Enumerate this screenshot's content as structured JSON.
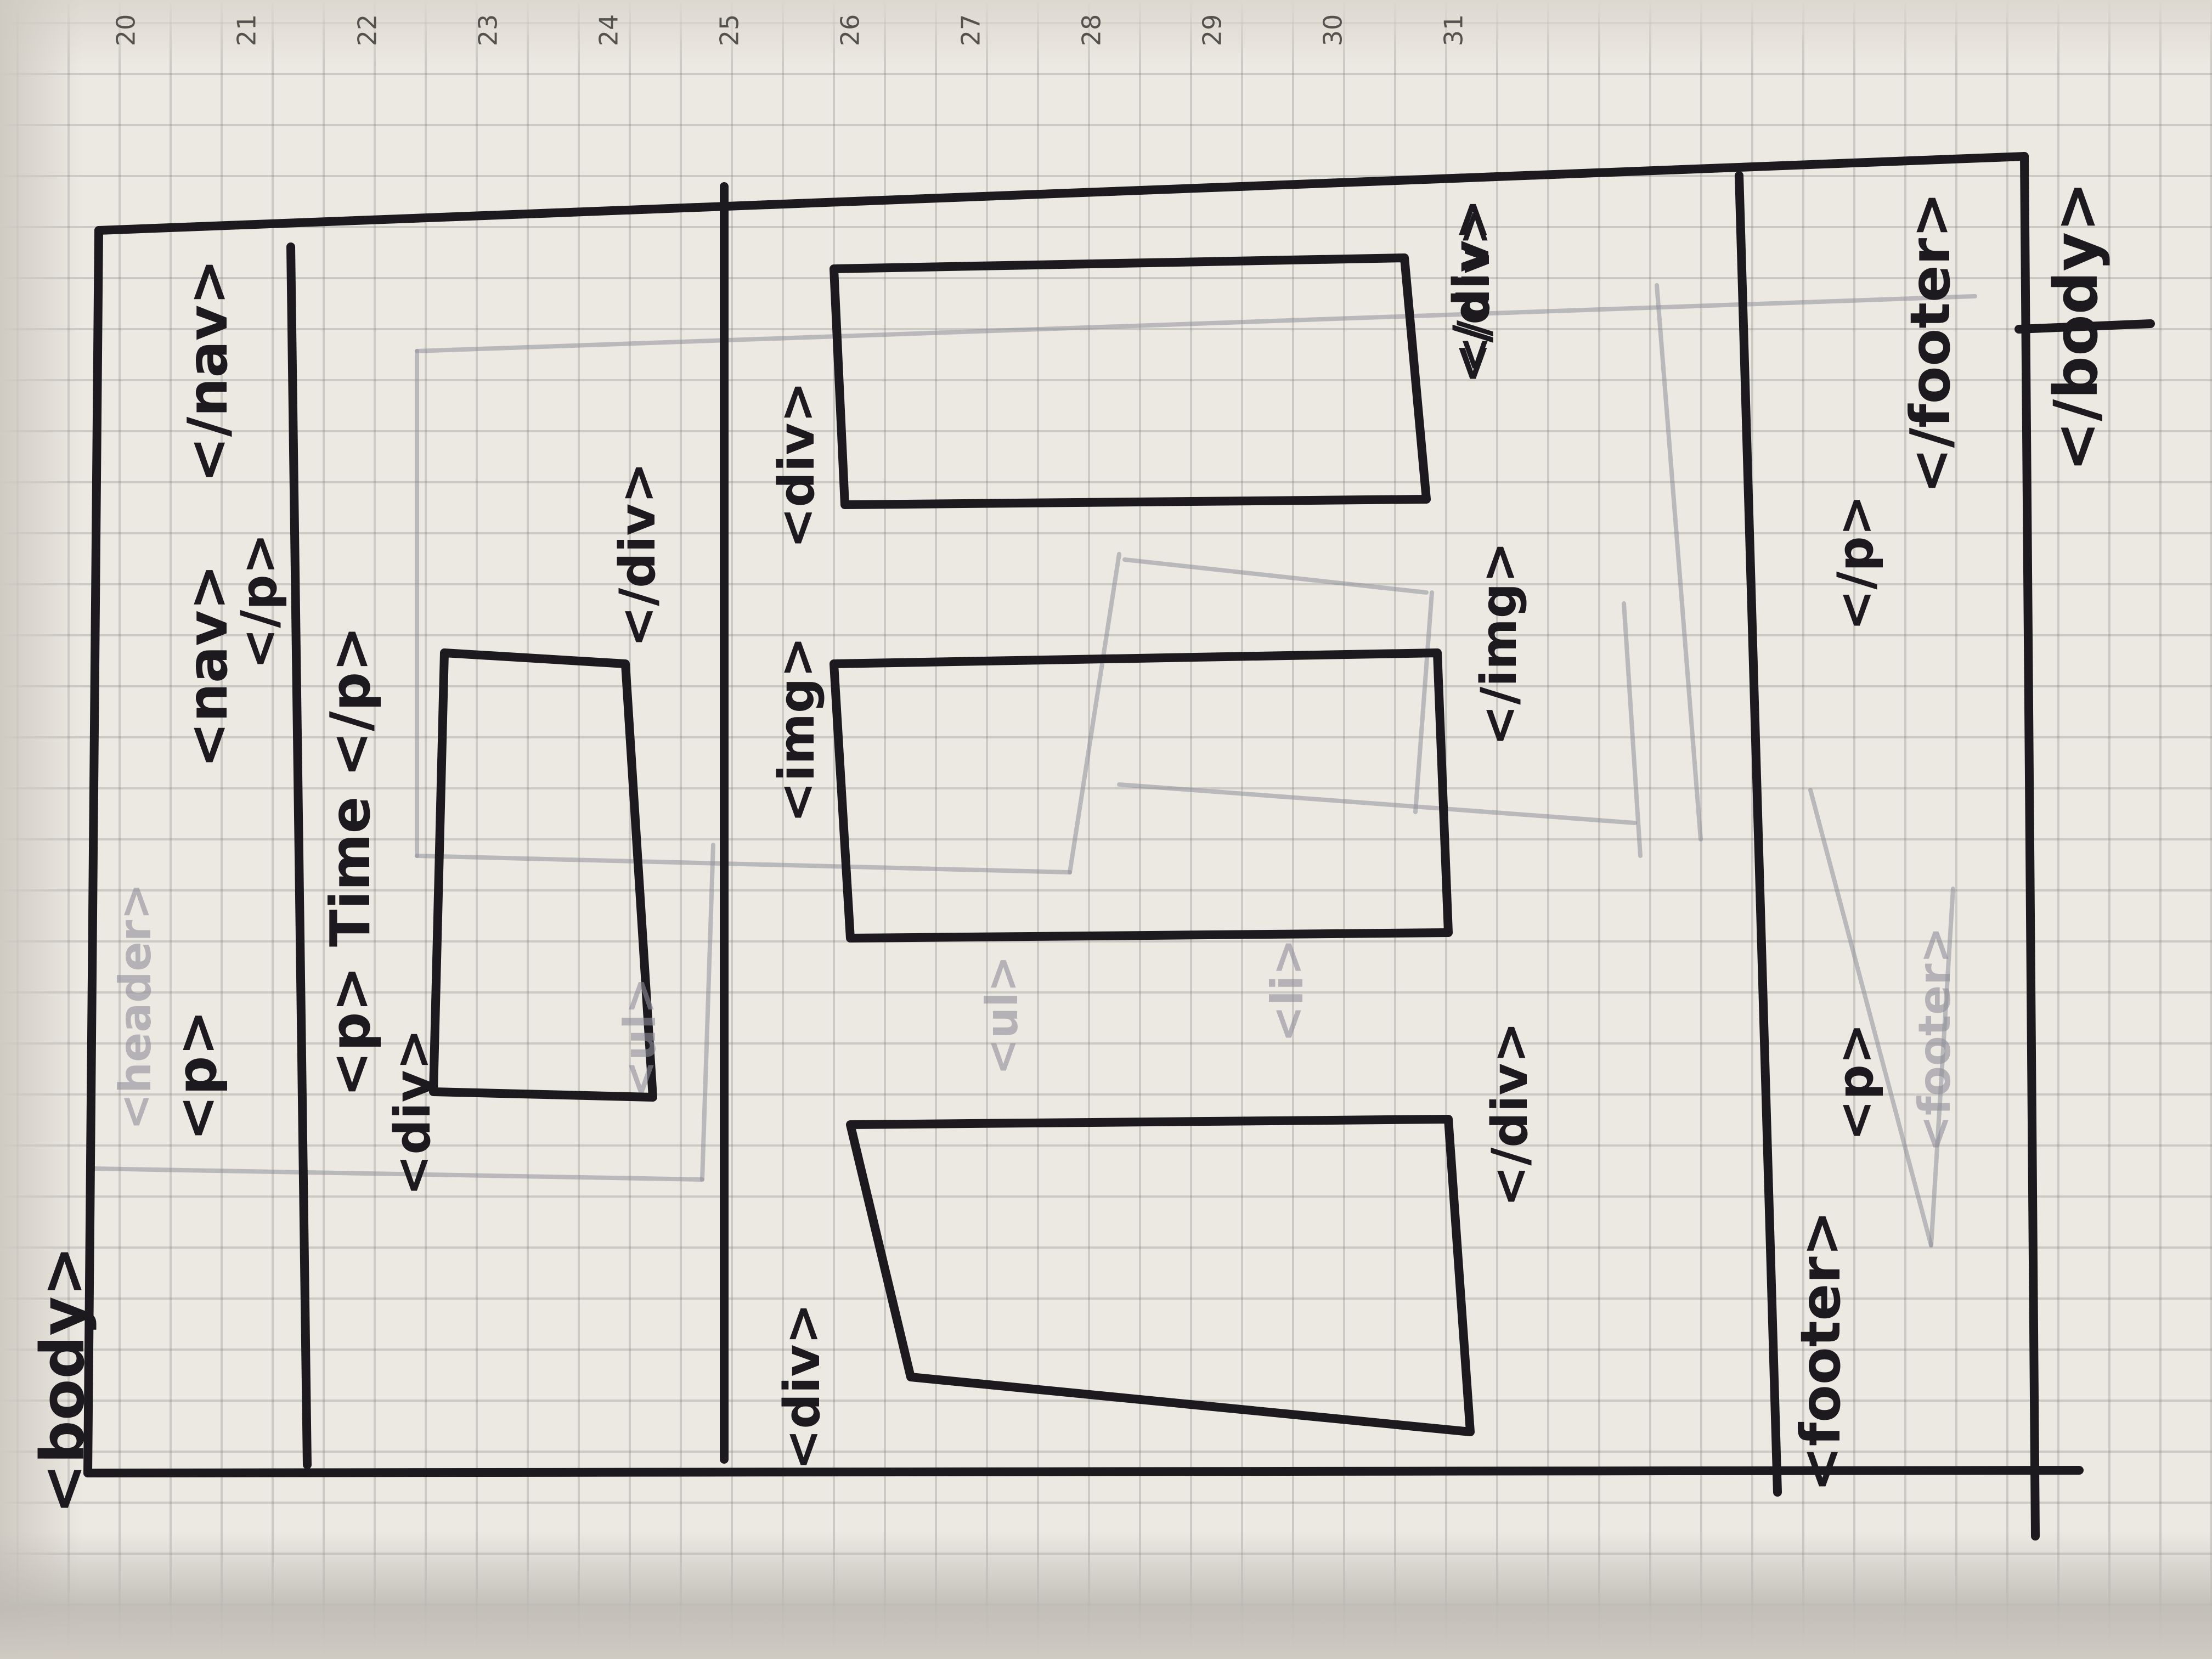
{
  "calendar_strip": [
    "20",
    "21",
    "22",
    "23",
    "24",
    "25",
    "26",
    "27",
    "28",
    "29",
    "30",
    "31"
  ],
  "labels": {
    "body": "<body>",
    "p_open": "<p>",
    "nav_open": "<nav>",
    "nav_close": "</nav>",
    "p_close": "</p>",
    "p_time": "<p> Time </p>",
    "div_open_1": "<div>",
    "div_close_1": "</div>",
    "div_open_2": "<div>",
    "img_open": "<img>",
    "img_close": "</img>",
    "div_close_2": "</div>",
    "div_open_3": "<div>",
    "div_close_3": "</div>",
    "div_close_4": "</div>",
    "footer_open": "<footer>",
    "footer_p_open": "<p>",
    "footer_p_close": "</p>",
    "footer_close": "</footer>",
    "body_close": "</body>"
  },
  "ghost_labels": {
    "header_ghost": "<header>",
    "ul_ghost": "<ul>",
    "ul_ghost_2": "<ul>",
    "li_ghost": "<li>",
    "footer_ghost": "<footer>"
  }
}
